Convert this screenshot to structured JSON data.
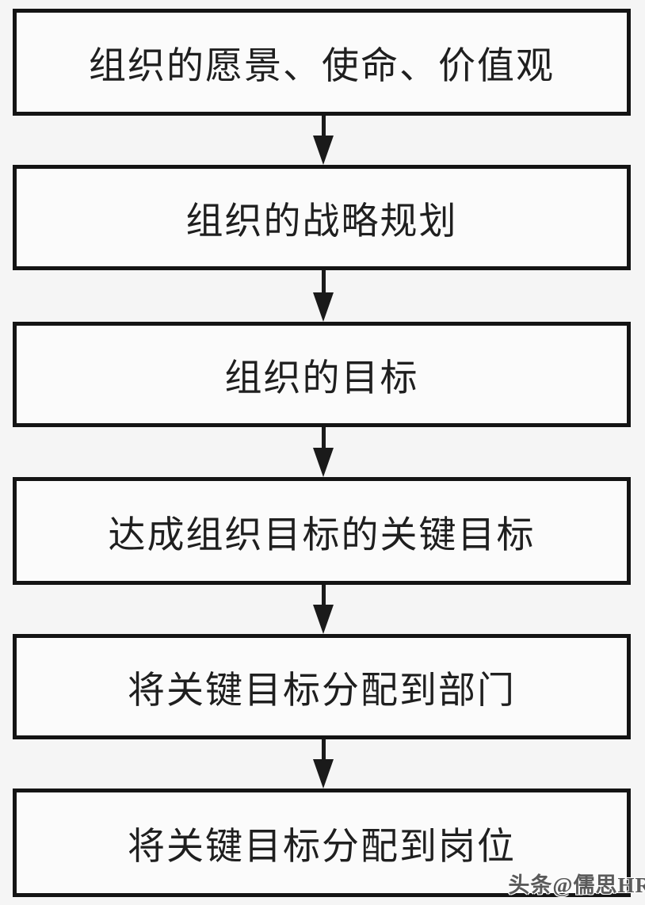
{
  "page": {
    "background_color": "#f5f5f5",
    "box_fill_color": "#fbfbfb",
    "box_border_color": "#141414",
    "text_color": "#1f1f1f",
    "arrow_color": "#1a1a1a"
  },
  "flowchart": {
    "direction": "top-down",
    "steps": [
      {
        "label": "组织的愿景、使命、价值观"
      },
      {
        "label": "组织的战略规划"
      },
      {
        "label": "组织的目标"
      },
      {
        "label": "达成组织目标的关键目标"
      },
      {
        "label": "将关键目标分配到部门"
      },
      {
        "label": "将关键目标分配到岗位"
      }
    ]
  },
  "watermark": {
    "text": "头条@儒思HR"
  }
}
